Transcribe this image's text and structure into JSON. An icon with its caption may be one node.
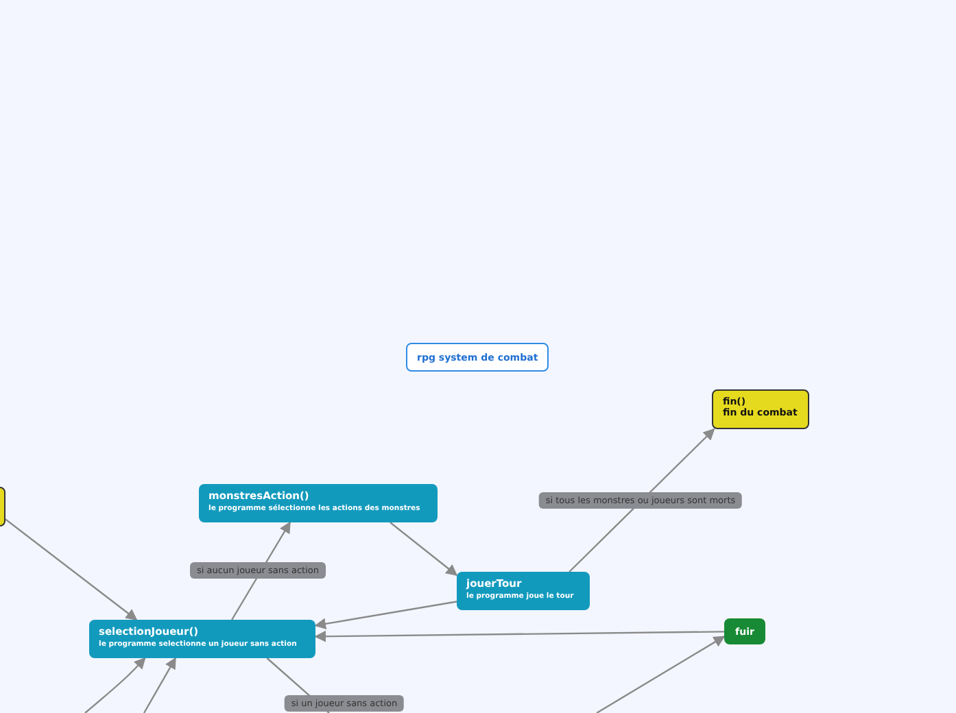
{
  "diagram": {
    "nodes": [
      {
        "text": [
          "rpg system de combat"
        ]
      },
      {
        "text": [
          "fin()",
          "fin du combat"
        ]
      },
      {
        "text": [],
        "shape": "box"
      },
      {
        "text": [
          "monstresAction()",
          "le programme sélectionne les actions des monstres"
        ]
      },
      {
        "text": [
          "jouerTour",
          "le programme joue le tour"
        ]
      },
      {
        "text": [
          "selectionJoueur()",
          "le programme selectionne un joueur sans action"
        ]
      },
      {
        "text": [
          "fuir"
        ]
      }
    ],
    "edges": [
      {
        "from": 2,
        "to": 5,
        "arrow": "to"
      },
      {
        "from": 5,
        "to": 3,
        "arrow": "to",
        "label": "si aucun joueur sans action"
      },
      {
        "from": 3,
        "to": 4,
        "arrow": "to"
      },
      {
        "from": 4,
        "to": 5,
        "arrow": "to"
      },
      {
        "from": 4,
        "to": 1,
        "arrow": "to",
        "label": "si tous les monstres ou joueurs sont morts"
      },
      {
        "from": 6,
        "to": 5,
        "arrow": "to"
      },
      {
        "from": 5,
        "to": null,
        "arrow": "none",
        "label": "si un joueur sans action"
      },
      {
        "from": null,
        "to": 5,
        "arrow": "to"
      },
      {
        "from": null,
        "to": 5,
        "arrow": "to"
      },
      {
        "from": null,
        "to": 6,
        "arrow": "to"
      }
    ]
  }
}
